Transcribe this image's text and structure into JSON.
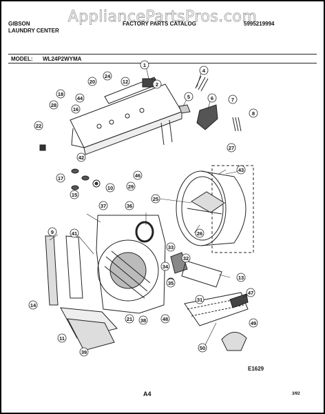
{
  "header": {
    "watermark": "AppliancePartsPros.com",
    "brand": "GIBSON",
    "product": "LAUNDRY CENTER",
    "catalog": "FACTORY PARTS CATALOG",
    "catalog_number": "5995219994",
    "model_label": "MODEL:",
    "model": "WL24P2WYMA"
  },
  "callouts": [
    "1",
    "4",
    "5",
    "6",
    "7",
    "8",
    "24",
    "12",
    "2",
    "20",
    "18",
    "44",
    "28",
    "16",
    "22",
    "42",
    "46",
    "17",
    "29",
    "15",
    "10",
    "27",
    "43",
    "25",
    "26",
    "37",
    "36",
    "9",
    "41",
    "33",
    "32",
    "34",
    "13",
    "35",
    "31",
    "47",
    "14",
    "21",
    "38",
    "48",
    "49",
    "11",
    "39",
    "50"
  ],
  "footer": {
    "figure_id": "E1629",
    "page": "A4",
    "date": "3/92"
  }
}
